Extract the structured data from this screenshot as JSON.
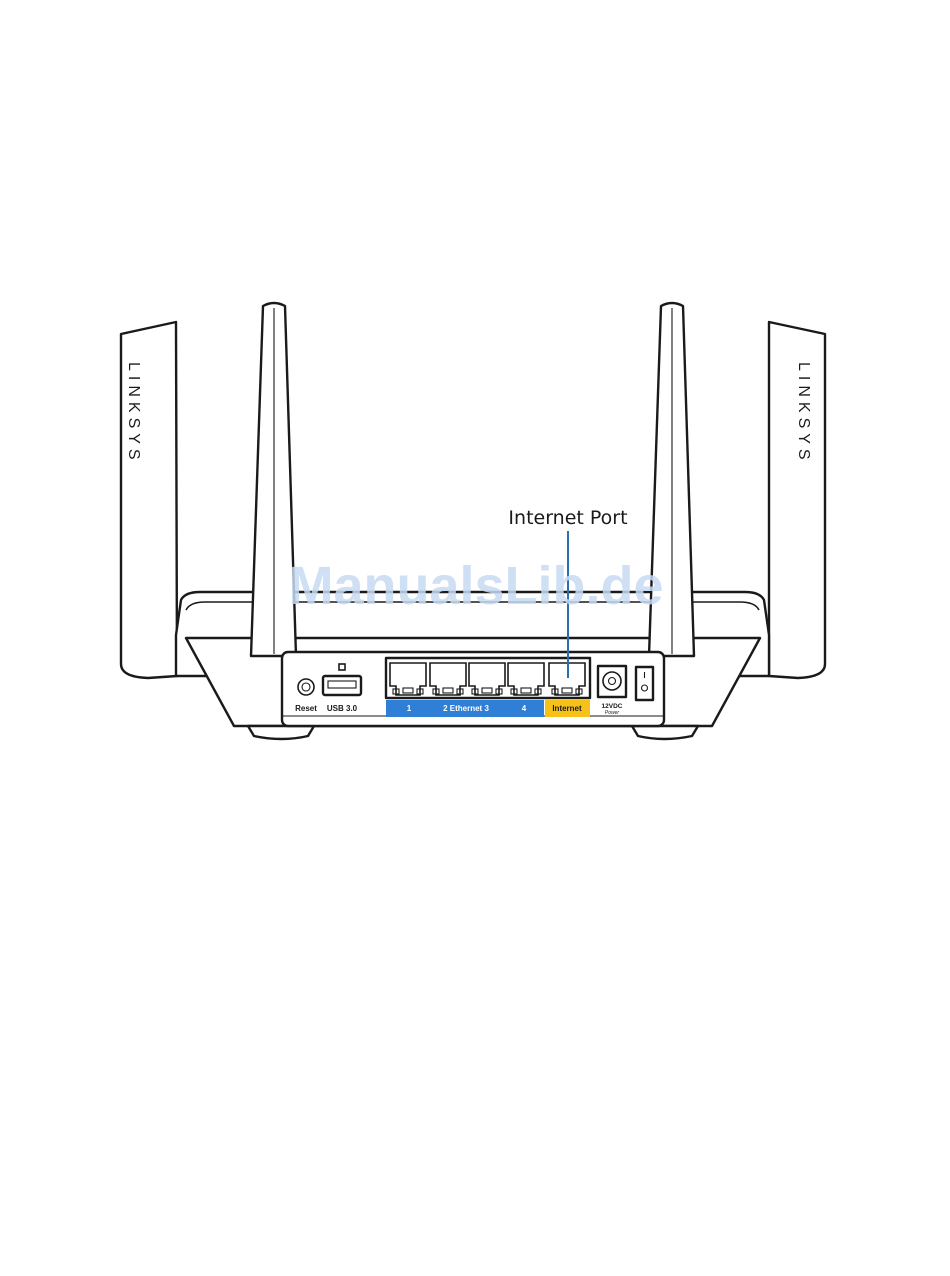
{
  "diagram": {
    "brand_left": "LINKSYS",
    "brand_right": "LINKSYS",
    "callout_label": "Internet Port",
    "watermark": "ManualsLib.de",
    "labels": {
      "reset": "Reset",
      "usb": "USB 3.0",
      "eth1": "1",
      "eth23": "2 Ethernet 3",
      "eth4": "4",
      "internet": "Internet",
      "power_v": "12VDC",
      "power": "Power"
    },
    "colors": {
      "ethernet_band": "#2f7fd6",
      "internet_band": "#f6c21a",
      "callout_line": "#2a6fb0",
      "outline": "#1a1a1a"
    }
  }
}
